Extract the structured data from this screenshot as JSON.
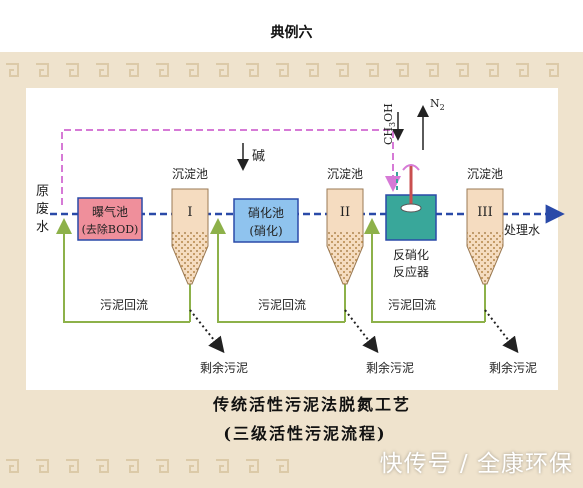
{
  "page_title": "典例六",
  "colors": {
    "main_flow": "#2a4aa8",
    "recycle_line": "#8db14a",
    "bypass_line": "#d67ad6",
    "tank_fill": "#f5dcc0",
    "aeration_fill": "#ef8f9b",
    "nitrify_fill": "#8fc3ee",
    "denitrify_fill": "#39a79a",
    "background": "#efe3cd"
  },
  "labels": {
    "raw_water": [
      "原",
      "废",
      "水"
    ],
    "aeration_tank": [
      "曝气池",
      "(去除BOD)"
    ],
    "nitrification_tank": [
      "硝化池",
      "(硝化)"
    ],
    "denitrification_reactor": [
      "反硝化",
      "反应器"
    ],
    "clarifier_1_title": "沉淀池",
    "clarifier_2_title": "沉淀池",
    "clarifier_3_title": "沉淀池",
    "clarifier_1_num": "I",
    "clarifier_2_num": "II",
    "clarifier_3_num": "III",
    "alkali": "碱",
    "methanol": "CH3OH",
    "nitrogen": "N2",
    "treated_water": "处理水",
    "sludge_return_1": "污泥回流",
    "sludge_return_2": "污泥回流",
    "sludge_return_3": "污泥回流",
    "excess_sludge_1": "剩余污泥",
    "excess_sludge_2": "剩余污泥",
    "excess_sludge_3": "剩余污泥",
    "caption_line1": "传统活性污泥法脱氮工艺",
    "caption_line2": "(三级活性污泥流程)"
  },
  "watermark": "快传号 / 全康环保"
}
